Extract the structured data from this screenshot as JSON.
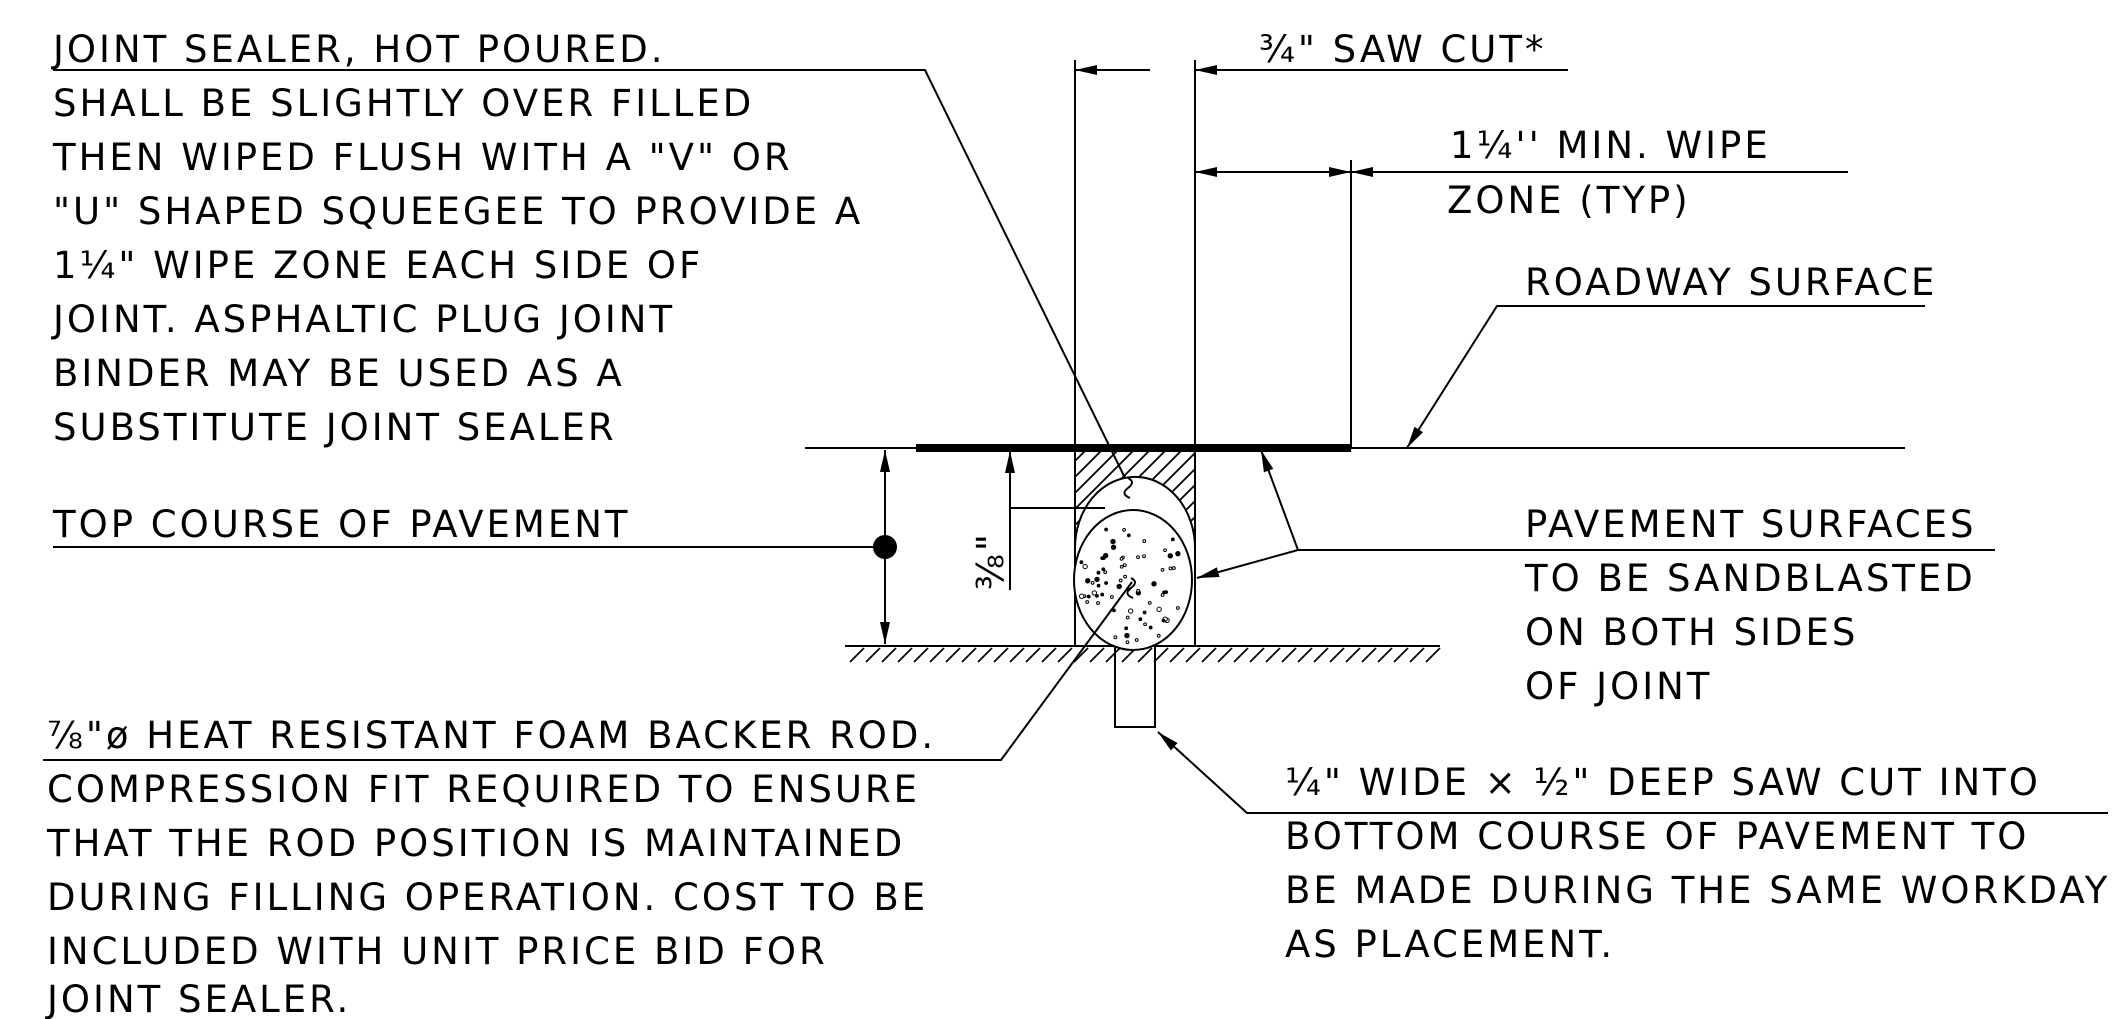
{
  "title": "",
  "labels": {
    "saw_cut_top": "¾\" SAW CUT*",
    "wipe_zone_line1": "1¼'' MIN. WIPE",
    "wipe_zone_line2": "ZONE (TYP)",
    "roadway_surface": "ROADWAY SURFACE",
    "top_course": "TOP COURSE OF PAVEMENT",
    "dimension_depth": "⅜\"",
    "joint_sealer_lines": [
      "JOINT SEALER, HOT POURED.",
      "SHALL BE SLIGHTLY OVER FILLED",
      "THEN WIPED FLUSH WITH A \"V\" OR",
      "\"U\" SHAPED SQUEEGEE TO PROVIDE A",
      "1¼\" WIPE ZONE EACH SIDE OF",
      "JOINT. ASPHALTIC PLUG JOINT",
      "BINDER MAY BE USED AS A",
      "SUBSTITUTE JOINT SEALER"
    ],
    "sandblast_lines": [
      "PAVEMENT SURFACES",
      "TO BE SANDBLASTED",
      "ON BOTH SIDES",
      "OF JOINT"
    ],
    "backer_rod_lines": [
      "⅞\"ø HEAT RESISTANT FOAM BACKER ROD.",
      "COMPRESSION FIT REQUIRED TO ENSURE",
      "THAT THE ROD POSITION IS MAINTAINED",
      "DURING FILLING OPERATION. COST TO BE",
      "INCLUDED WITH UNIT PRICE BID FOR",
      "JOINT SEALER."
    ],
    "bottom_saw_cut_lines": [
      "¼\" WIDE × ½\" DEEP SAW CUT INTO",
      "BOTTOM COURSE OF PAVEMENT TO",
      "BE MADE DURING THE SAME WORKDAY",
      "AS PLACEMENT."
    ]
  }
}
